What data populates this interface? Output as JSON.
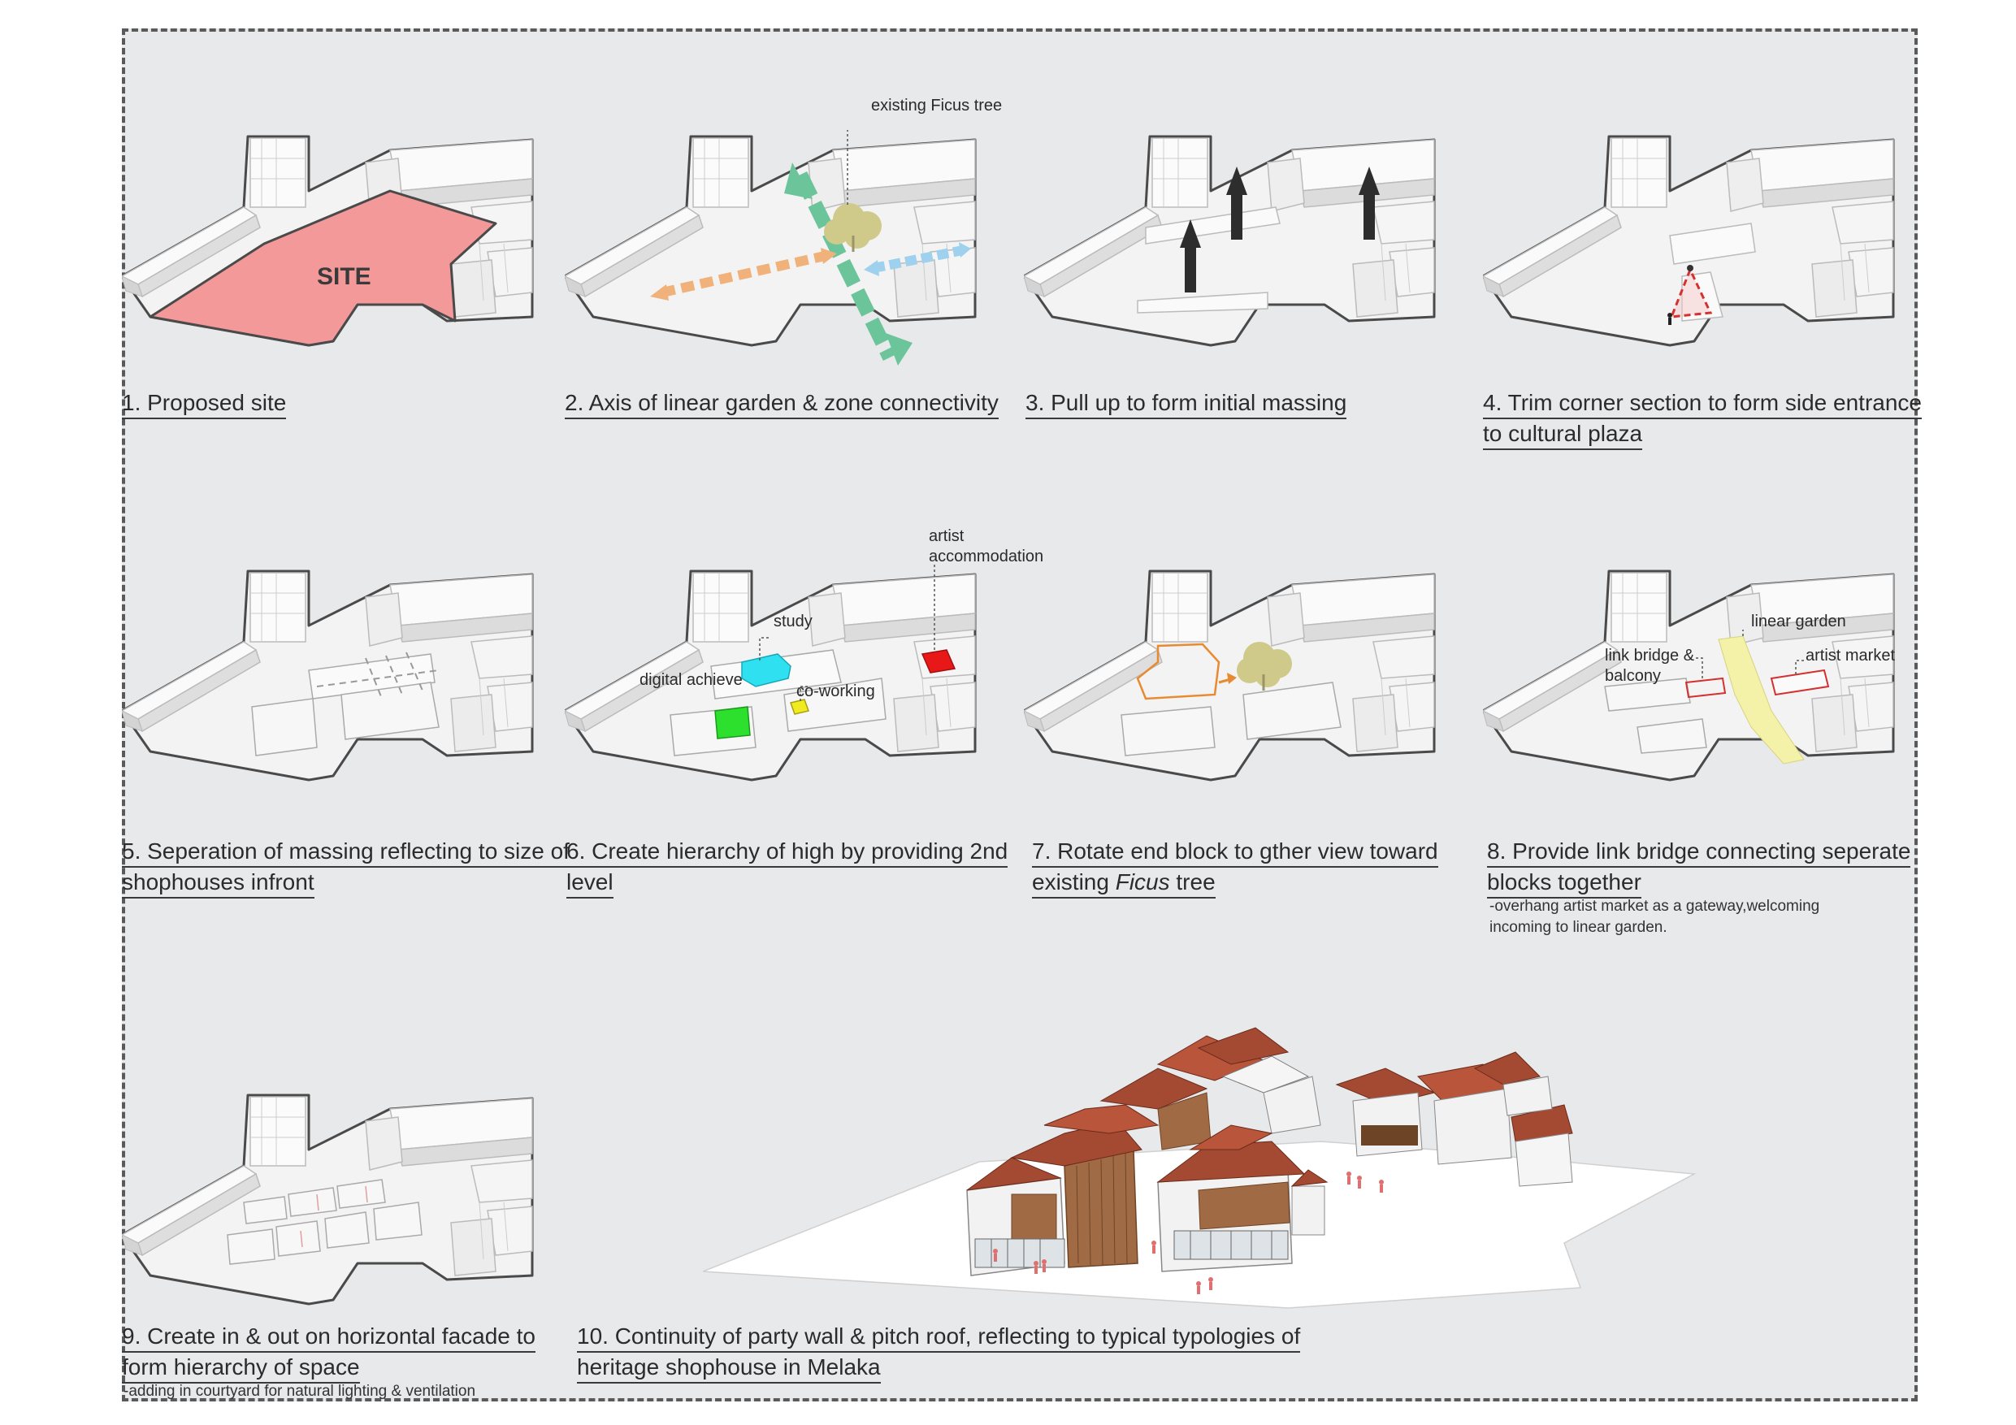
{
  "steps": [
    {
      "caption_l1": "1. Proposed site",
      "caption_l2": ""
    },
    {
      "caption_l1": "2. Axis of linear garden & zone connectivity",
      "caption_l2": ""
    },
    {
      "caption_l1": "3. Pull up to form initial massing",
      "caption_l2": ""
    },
    {
      "caption_l1": "4. Trim corner section to form side entrance",
      "caption_l2": "to cultural plaza"
    },
    {
      "caption_l1": "5. Seperation of massing reflecting to size of",
      "caption_l2": "shophouses infront"
    },
    {
      "caption_l1": "6. Create hierarchy of high by providing 2nd",
      "caption_l2": "level"
    },
    {
      "caption_l1": "7. Rotate end block to gther view toward",
      "caption_l2_a": "existing ",
      "caption_l2_b": "Ficus",
      "caption_l2_c": " tree"
    },
    {
      "caption_l1": "8. Provide link bridge connecting seperate",
      "caption_l2": "blocks together",
      "note_l1": "-overhang artist market as a gateway,welcoming",
      "note_l2": "incoming to linear garden."
    },
    {
      "caption_l1": "9. Create in & out on horizontal facade to",
      "caption_l2": "form hierarchy of space",
      "note_l1": "-adding in courtyard for natural lighting & ventilation"
    },
    {
      "caption_l1": "10. Continuity of party wall & pitch roof, reflecting to typical typologies of",
      "caption_l2": "heritage shophouse in Melaka"
    }
  ],
  "labels": {
    "site": "SITE",
    "ficus": "existing Ficus tree",
    "artist_acc_l1": "artist",
    "artist_acc_l2": "accommodation",
    "study": "study",
    "digital": "digital achieve",
    "coworking": "co-working",
    "linear_garden": "linear garden",
    "link_bridge_l1": "link bridge &",
    "link_bridge_l2": "balcony",
    "artist_market": "artist market"
  },
  "colors": {
    "site": "#f4999a",
    "axis_green": "#6cc49a",
    "axis_orange": "#f0b27a",
    "axis_blue": "#9fd1ee",
    "tree": "#cfc98a",
    "study": "#2fe0f0",
    "digital": "#2ee02e",
    "coworking": "#f0ea20",
    "artist_acc": "#e81818",
    "rotate": "#e88a30",
    "linear_garden": "#f4f1a8",
    "roof": "#a54a32",
    "timber": "#a06a45"
  }
}
